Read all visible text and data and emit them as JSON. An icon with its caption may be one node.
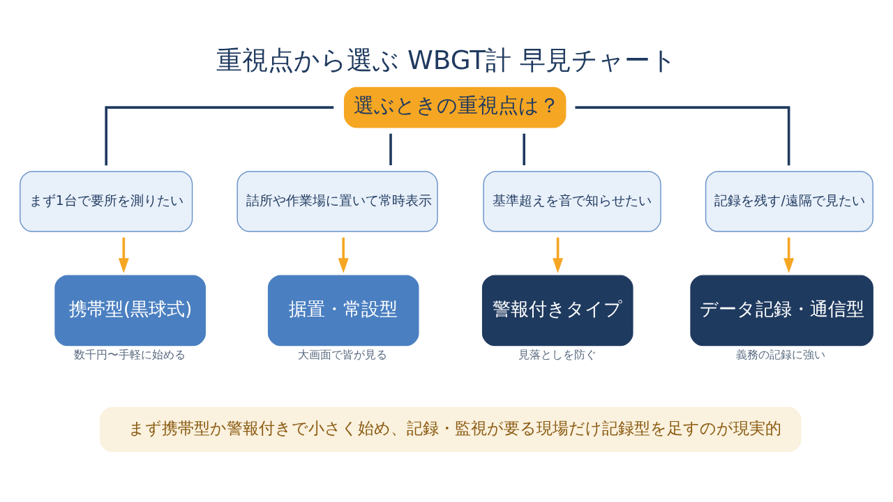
{
  "diagram": {
    "title": "重視点から選ぶ WBGT計 早見チャート",
    "nodes": [
      {
        "text": [
          "選ぶときの重視点は？"
        ]
      },
      {
        "text": [
          "まず1台で要所を測りたい"
        ]
      },
      {
        "text": [
          "詰所や作業場に置いて常時表示"
        ]
      },
      {
        "text": [
          "基準超えを音で知らせたい"
        ]
      },
      {
        "text": [
          "記録を残す/遠隔で見たい"
        ]
      },
      {
        "text": [
          "携帯型(黒球式)"
        ],
        "beside": [
          "数千円〜手軽に始める"
        ]
      },
      {
        "text": [
          "据置・常設型"
        ],
        "beside": [
          "大画面で皆が見る"
        ]
      },
      {
        "text": [
          "警報付きタイプ"
        ],
        "beside": [
          "見落としを防ぐ"
        ]
      },
      {
        "text": [
          "データ記録・通信型"
        ],
        "beside": [
          "義務の記録に強い"
        ]
      },
      {
        "text": [
          "まず携帯型か警報付きで小さく始め、記録・監視が要る現場だけ記録型を足すのが現実的"
        ]
      }
    ],
    "edges": [
      {
        "from": 0,
        "to": 1,
        "arrow": "none"
      },
      {
        "from": 0,
        "to": 2,
        "arrow": "none"
      },
      {
        "from": 0,
        "to": 3,
        "arrow": "none"
      },
      {
        "from": 0,
        "to": 4,
        "arrow": "none"
      },
      {
        "from": 1,
        "to": 5,
        "arrow": "to",
        "color": "#f5a623"
      },
      {
        "from": 2,
        "to": 6,
        "arrow": "to",
        "color": "#f5a623"
      },
      {
        "from": 3,
        "to": 7,
        "arrow": "to",
        "color": "#f5a623"
      },
      {
        "from": 4,
        "to": 8,
        "arrow": "to",
        "color": "#f5a623"
      }
    ]
  }
}
